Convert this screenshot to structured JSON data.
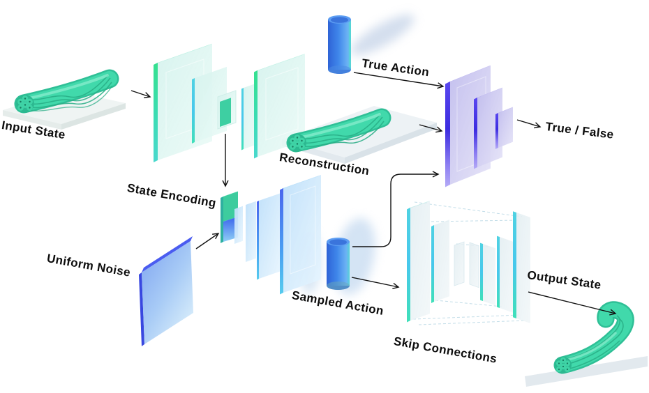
{
  "figure": {
    "type": "3d-architecture-diagram",
    "background": "#ffffff"
  },
  "labels": {
    "input_state": "Input State",
    "state_encoding": "State Encoding",
    "uniform_noise": "Uniform Noise",
    "reconstruction": "Reconstruction",
    "true_action": "True Action",
    "true_false": "True / False",
    "sampled_action": "Sampled Action",
    "skip_connections": "Skip Connections",
    "output_state": "Output State"
  },
  "colors": {
    "rope_teal": "#41d9ab",
    "rope_dark": "#2cb890",
    "encoder_edge_green": "#3fe09a",
    "decoder_edge_blue": "#4aa8f0",
    "discriminator_edge_purple": "#4b39e6",
    "noise_panel_blue": "#4a5cf0",
    "cylinder_blue": "#3f86ea",
    "glass_teal_face": "#daf4f0",
    "glass_blue_face": "#d2e9fb",
    "glass_purple_face": "#cfccf1",
    "platform_gray": "#eef3f4",
    "arrow_black": "#111111",
    "skip_line_blue": "#c2dde8"
  },
  "shapes": {
    "input_object": "teal-rope-3d",
    "reconstruction_object": "teal-rope-3d",
    "output_object": "curved-teal-rope-3d",
    "true_action_object": "blue-cylinder-3d",
    "sampled_action_object": "blue-cylinder-3d",
    "encoder_object": "teal-glass-panel-stack",
    "decoder_object": "blue-glass-panel-stack",
    "discriminator_object": "purple-glass-panel-stack",
    "skip_block_object": "glass-panel-hourglass-wireframe",
    "noise_object": "blue-glass-panel"
  }
}
